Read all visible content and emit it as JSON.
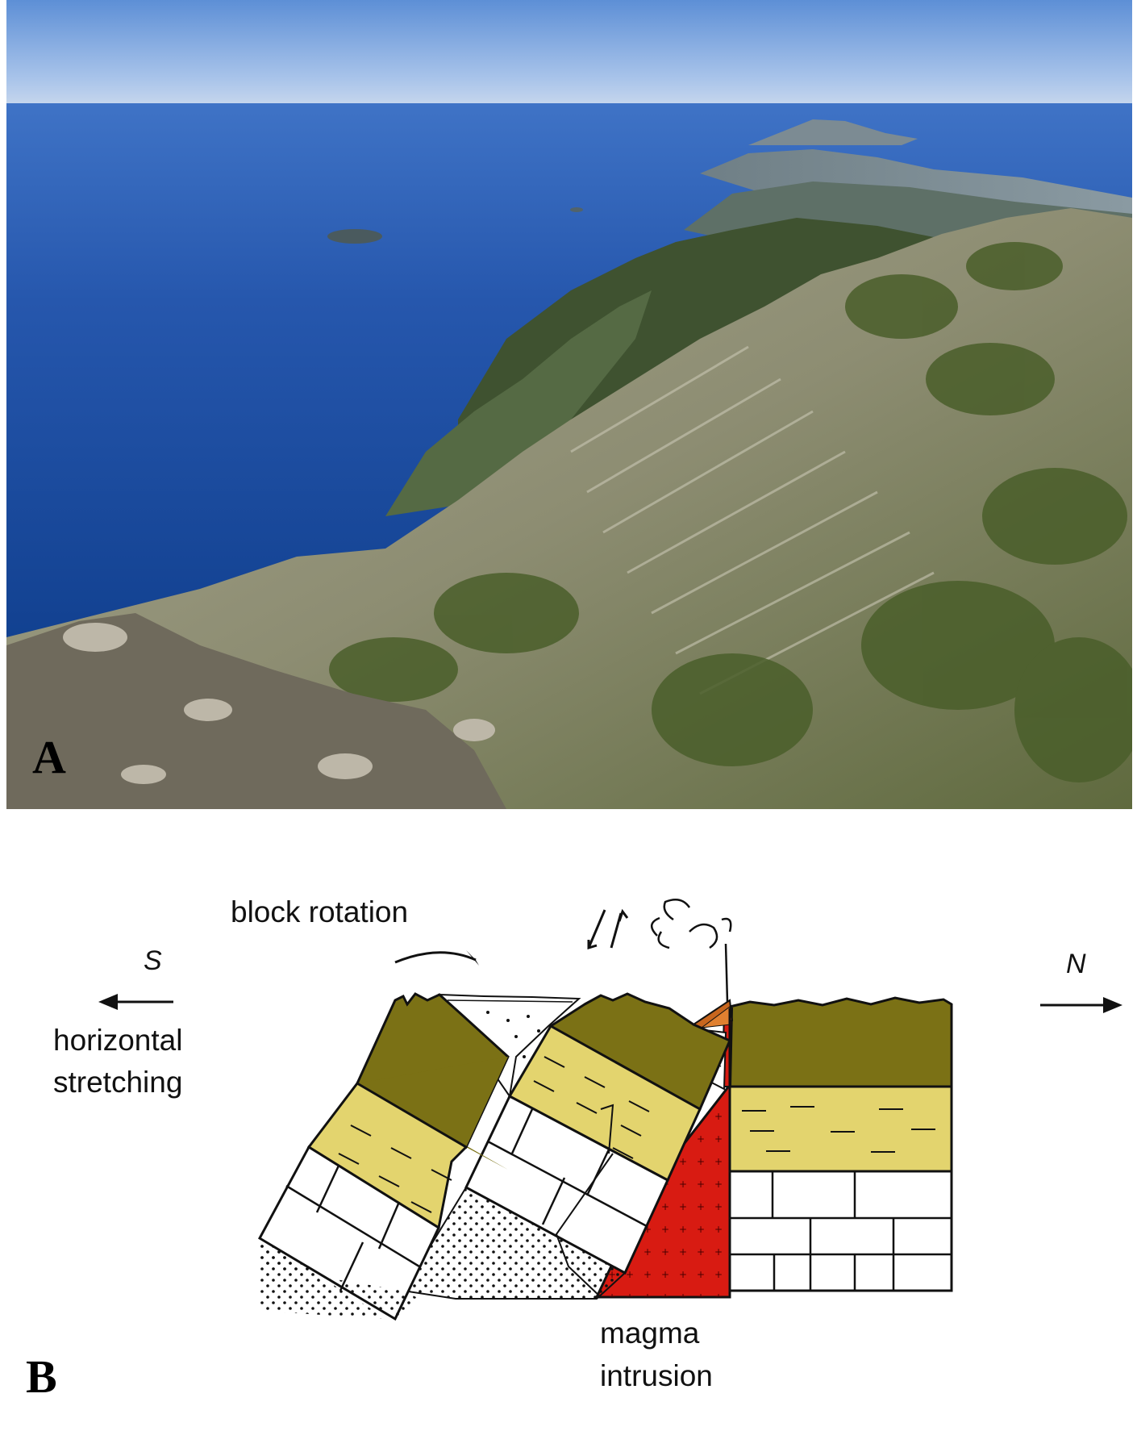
{
  "panel_a": {
    "letter": "A"
  },
  "panel_b": {
    "letter": "B",
    "labels": {
      "block_rotation": "block rotation",
      "south": "S",
      "north": "N",
      "horizontal_stretching_line1": "horizontal",
      "horizontal_stretching_line2": "stretching",
      "magma_intrusion_line1": "magma",
      "magma_intrusion_line2": "intrusion"
    }
  },
  "colors": {
    "sea": "#1f4fa8",
    "sky": "#bcd0ec",
    "olive_layer": "#7b7115",
    "yellow_layer": "#e3d46e",
    "magma": "#d81b12",
    "volcano": "#c8661e"
  }
}
